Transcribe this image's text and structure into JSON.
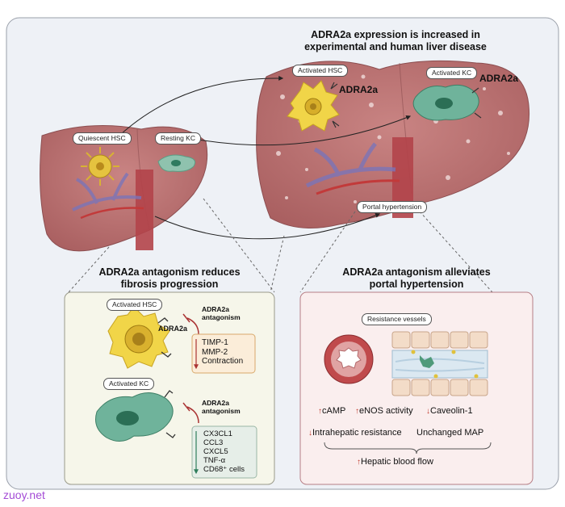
{
  "header": {
    "line1": "ADRA2a expression is increased in",
    "line2": "experimental and human liver disease"
  },
  "labels": {
    "quiescent_hsc": "Quiescent HSC",
    "resting_kc": "Resting KC",
    "activated_hsc": "Activated HSC",
    "activated_kc": "Activated KC",
    "adra2a": "ADRA2a",
    "portal_hypertension": "Portal hypertension"
  },
  "left_panel": {
    "title_line1": "ADRA2a antagonism reduces",
    "title_line2": "fibrosis progression",
    "hsc_label": "Activated HSC",
    "kc_label": "Activated KC",
    "receptor_label": "ADRA2a",
    "antagonism_line1": "ADRA2a",
    "antagonism_line2": "antagonism",
    "hsc_effects": [
      "TIMP-1",
      "MMP-2",
      "Contraction"
    ],
    "kc_effects": [
      "CX3CL1",
      "CCL3",
      "CXCL5",
      "TNF-α",
      "CD68⁺ cells"
    ]
  },
  "right_panel": {
    "title_line1": "ADRA2a antagonism alleviates",
    "title_line2": "portal hypertension",
    "vessels_label": "Resistance vessels",
    "effects_row1": [
      "cAMP",
      "eNOS activity",
      "Caveolin-1"
    ],
    "intrahepatic": "Intrahepatic resistance",
    "map": "Unchanged MAP",
    "blood_flow": "Hepatic blood flow"
  },
  "watermark": "zuoy.net",
  "colors": {
    "liver": "#b9706f",
    "liver_dark": "#9a5557",
    "hsc": "#e5c33f",
    "kc": "#5c9c83",
    "left_panel_bg": "#f6f6ea",
    "right_panel_bg": "#faeeee",
    "accent_red": "#c0392b"
  }
}
